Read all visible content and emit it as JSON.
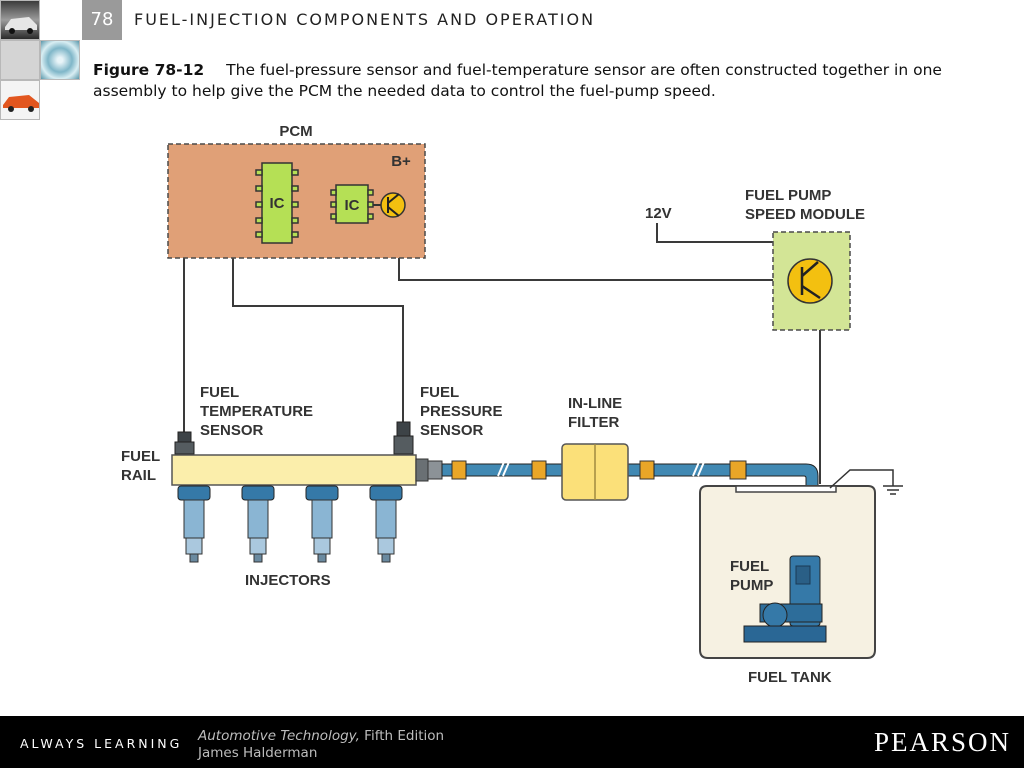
{
  "header": {
    "chapter_number": "78",
    "title": "FUEL-INJECTION COMPONENTS AND OPERATION"
  },
  "caption": {
    "figure_number": "Figure 78-12",
    "text": "The fuel-pressure sensor and fuel-temperature sensor are often constructed together in one assembly to help give the PCM the needed data to control the fuel-pump speed."
  },
  "diagram": {
    "labels": {
      "pcm": "PCM",
      "ic": "IC",
      "b_plus": "B+",
      "v12": "12V",
      "fp_module": [
        "FUEL PUMP",
        "SPEED MODULE"
      ],
      "fuel_temp_sensor": [
        "FUEL",
        "TEMPERATURE",
        "SENSOR"
      ],
      "fuel_pressure_sensor": [
        "FUEL",
        "PRESSURE",
        "SENSOR"
      ],
      "inline_filter": [
        "IN-LINE",
        "FILTER"
      ],
      "fuel_rail": [
        "FUEL",
        "RAIL"
      ],
      "injectors": "INJECTORS",
      "fuel_pump": [
        "FUEL",
        "PUMP"
      ],
      "fuel_tank": "FUEL TANK"
    },
    "colors": {
      "pcm_fill": "#e0a077",
      "module_fill": "#d3e596",
      "ic_fill": "#b5e055",
      "transistor_fill": "#f3c010",
      "rail_fill": "#fbeeab",
      "filter_fill": "#fbe079",
      "fuel_line": "#4189b3",
      "fitting": "#e9a628",
      "injector_body": "#8ab5d3",
      "tank_fill": "#f6f1e2"
    }
  },
  "footer": {
    "tagline": "ALWAYS LEARNING",
    "book_title": "Automotive Technology,",
    "edition": "Fifth Edition",
    "author": "James Halderman",
    "publisher": "PEARSON"
  }
}
